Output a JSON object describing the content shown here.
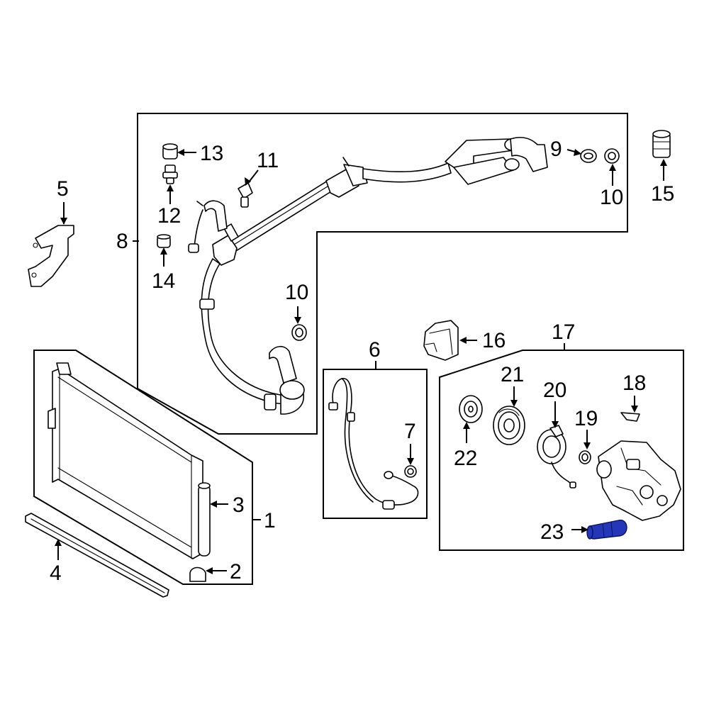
{
  "callouts": {
    "c1": "1",
    "c2": "2",
    "c3": "3",
    "c4": "4",
    "c5": "5",
    "c6": "6",
    "c7": "7",
    "c8": "8",
    "c9": "9",
    "c10a": "10",
    "c10b": "10",
    "c11": "11",
    "c12": "12",
    "c13": "13",
    "c14": "14",
    "c15": "15",
    "c16": "16",
    "c17": "17",
    "c18": "18",
    "c19": "19",
    "c20": "20",
    "c21": "21",
    "c22": "22",
    "c23": "23"
  },
  "highlight_color": "#2337b8"
}
